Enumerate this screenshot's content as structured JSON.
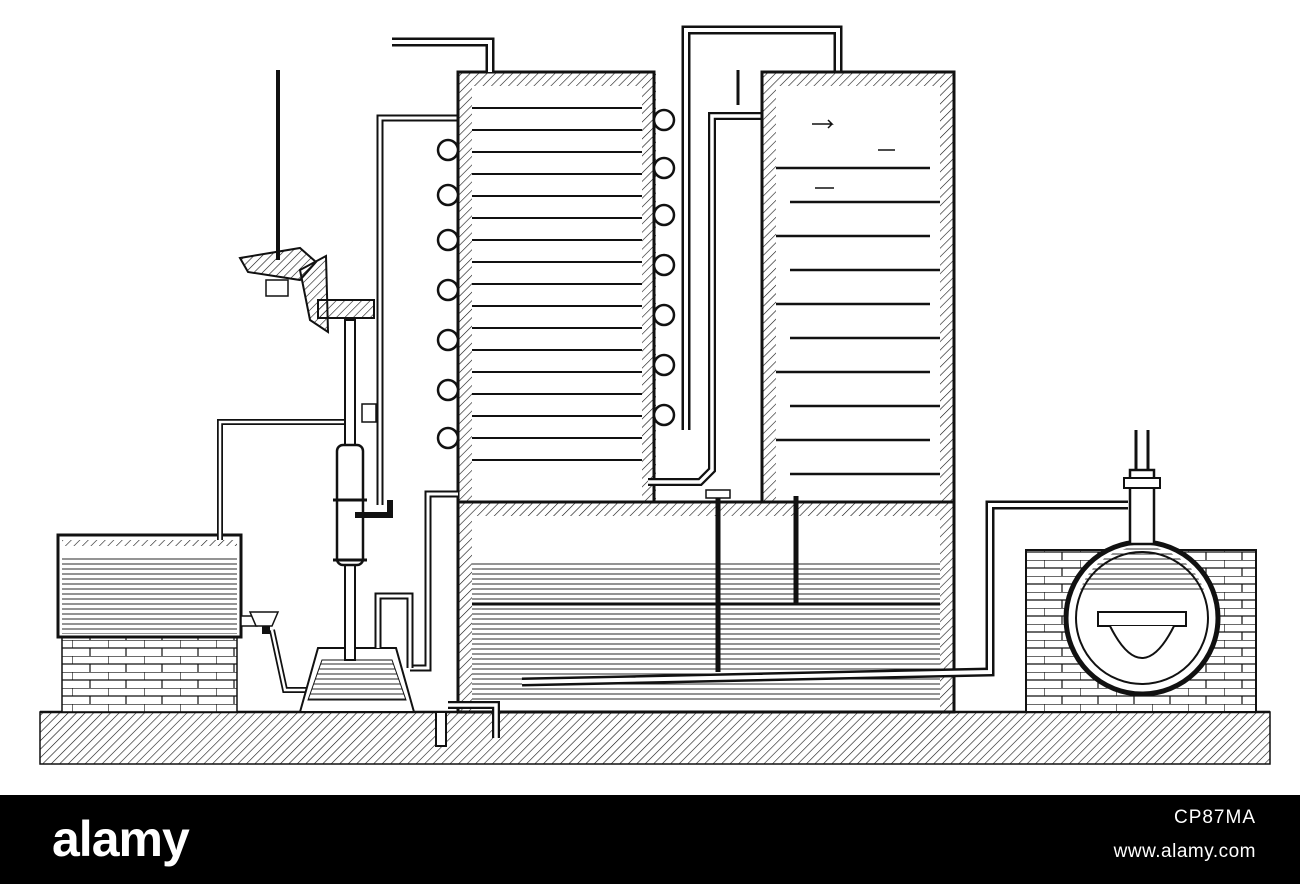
{
  "footer": {
    "brand": "alamy",
    "image_id": "CP87MA",
    "site_url": "www.alamy.com"
  },
  "diagram": {
    "style": "engraving",
    "ink_color": "#111111",
    "paper_color": "#ffffff",
    "components": [
      "supply-tank",
      "pump-column",
      "bevel-gear-drive",
      "condenser-column",
      "coil-pipes",
      "rectifying-column",
      "base-trough",
      "steam-boiler",
      "floor"
    ]
  }
}
